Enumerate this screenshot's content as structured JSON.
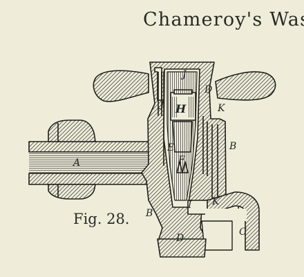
{
  "title": "Chameroy's Wass",
  "figure_label": "Fig. 28.",
  "labels": {
    "J_top": "J",
    "J_left": "J",
    "D_top": "D",
    "H": "H",
    "K_upper": "K",
    "B_right": "B",
    "E": "E",
    "F": "F",
    "A": "A",
    "I": "I",
    "K_lower": "K",
    "B_left": "B",
    "C": "C",
    "D_bottom": "D"
  },
  "colors": {
    "paper": "#efedda",
    "ink": "#2a2a24"
  }
}
